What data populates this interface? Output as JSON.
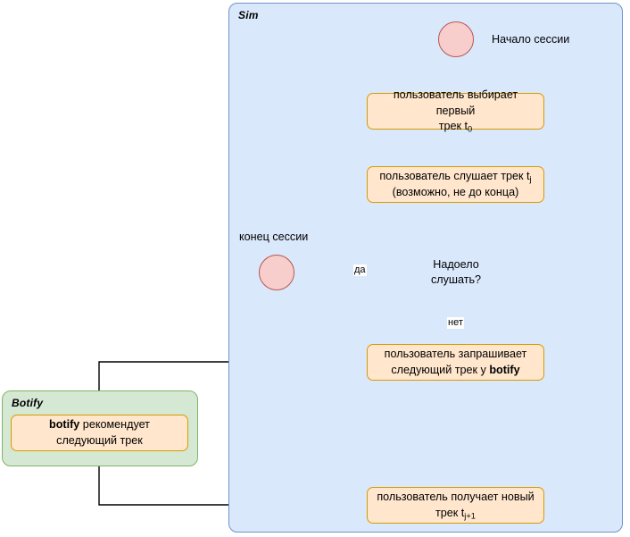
{
  "diagram": {
    "type": "flowchart",
    "lanes": [
      {
        "id": "sim",
        "title": "Sim",
        "fill": "#dae8fc",
        "stroke": "#7192c8"
      },
      {
        "id": "botify",
        "title": "Botify",
        "fill": "#d5e8d4",
        "stroke": "#82b366"
      }
    ],
    "nodes": {
      "start_circle": {
        "shape": "circle",
        "label": "",
        "fill": "#f8cecc",
        "stroke": "#b85450"
      },
      "start_label": {
        "text": "Начало сессии"
      },
      "first_track": {
        "shape": "process",
        "line1": "пользователь выбирает первый",
        "line2_pre": "трек t",
        "line2_sub": "0",
        "fill": "#ffe6cc",
        "stroke": "#d79b00"
      },
      "listen_track": {
        "shape": "process",
        "line1_pre": "пользователь слушает трек t",
        "line1_sub": "j",
        "line2": "(возможно, не до конца)",
        "fill": "#ffe6cc",
        "stroke": "#d79b00"
      },
      "decision": {
        "shape": "diamond",
        "line1": "Надоело",
        "line2": "слушать?",
        "fill": "#ffe6cc",
        "stroke": "#d79b00"
      },
      "end_circle": {
        "shape": "circle",
        "label": "",
        "fill": "#f8cecc",
        "stroke": "#b85450"
      },
      "end_label": {
        "text": "конец сессии"
      },
      "request_next": {
        "shape": "process",
        "line1": "пользователь запрашивает",
        "line2_pre": "следующий трек у ",
        "line2_bold": "botify",
        "fill": "#ffe6cc",
        "stroke": "#d79b00"
      },
      "botify_recommends": {
        "shape": "process",
        "line1_bold": "botify",
        "line1_post": " рекомендует",
        "line2": "следующий трек",
        "fill": "#ffe6cc",
        "stroke": "#d79b00"
      },
      "receive_track": {
        "shape": "process",
        "line1": "пользователь получает новый",
        "line2_pre": "трек t",
        "line2_sub": "j+1",
        "fill": "#ffe6cc",
        "stroke": "#d79b00"
      }
    },
    "edge_labels": {
      "yes": "да",
      "no": "нет"
    },
    "edges": [
      {
        "from": "start_circle",
        "to": "first_track"
      },
      {
        "from": "first_track",
        "to": "listen_track"
      },
      {
        "from": "listen_track",
        "to": "decision"
      },
      {
        "from": "decision",
        "to": "end_circle",
        "label": "да"
      },
      {
        "from": "decision",
        "to": "request_next",
        "label": "нет"
      },
      {
        "from": "request_next",
        "to": "botify_recommends"
      },
      {
        "from": "botify_recommends",
        "to": "receive_track"
      },
      {
        "from": "receive_track",
        "to": "listen_track"
      }
    ],
    "edge_color": "#000000"
  }
}
